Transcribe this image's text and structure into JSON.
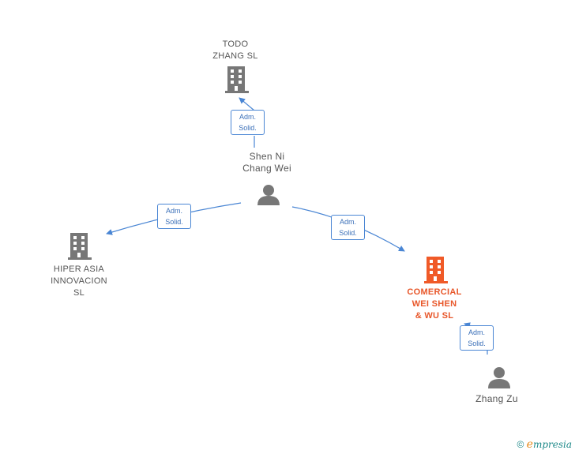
{
  "nodes": {
    "todo_zhang": {
      "label": "TODO\nZHANG  SL",
      "kind": "company",
      "icon": "building-icon",
      "color": "#777777"
    },
    "shen_ni": {
      "label": "Shen Ni\nChang Wei",
      "kind": "person",
      "icon": "person-icon",
      "color": "#777777"
    },
    "hiper_asia": {
      "label": "HIPER ASIA\nINNOVACION\nSL",
      "kind": "company",
      "icon": "building-icon",
      "color": "#777777"
    },
    "comercial_wei": {
      "label": "COMERCIAL\nWEI SHEN\n& WU  SL",
      "kind": "company",
      "icon": "building-icon",
      "color": "#f05a28",
      "focus": true
    },
    "zhang_zu": {
      "label": "Zhang Zu",
      "kind": "person",
      "icon": "person-icon",
      "color": "#777777"
    }
  },
  "edges": [
    {
      "from": "shen_ni",
      "to": "todo_zhang",
      "label": "Adm.\nSolid."
    },
    {
      "from": "shen_ni",
      "to": "hiper_asia",
      "label": "Adm.\nSolid."
    },
    {
      "from": "shen_ni",
      "to": "comercial_wei",
      "label": "Adm.\nSolid."
    },
    {
      "from": "zhang_zu",
      "to": "comercial_wei",
      "label": "Adm.\nSolid."
    }
  ],
  "colors": {
    "edge": "#4a86d4",
    "focus": "#f05a28",
    "neutral": "#777777"
  },
  "brand": {
    "copyright": "©",
    "e": "e",
    "rest": "mpresia"
  }
}
